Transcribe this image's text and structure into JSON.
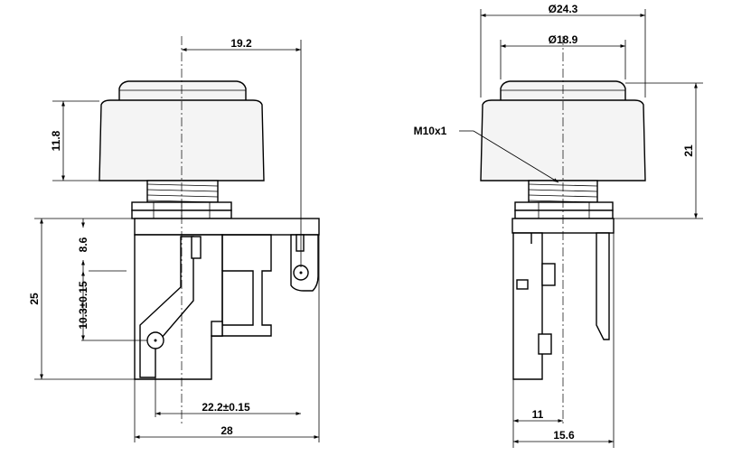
{
  "dimensions": {
    "thread_pitch_label": "19.2",
    "cap_height": "11.8",
    "top_offset": "8.6",
    "body_height": "25",
    "pin_offset": "10.3±0.15",
    "pin_spacing": "22.2±0.15",
    "body_width": "28",
    "cap_outer_dia": "Ø24.3",
    "cap_inner_dia": "Ø18.9",
    "thread": "M10x1",
    "total_height": "21",
    "side_offset": "11",
    "side_width": "15.6"
  }
}
